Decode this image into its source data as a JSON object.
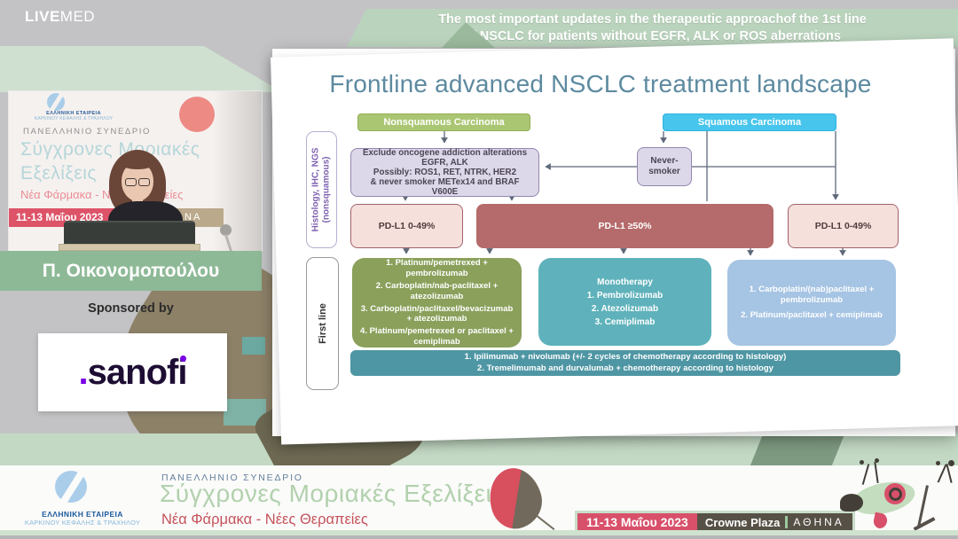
{
  "colors": {
    "accent_green": "#8eb997",
    "banner_green": "#bad3bd",
    "conference_red": "#d8506a",
    "sanofi_purple": "#7a00e6",
    "slide_title_blue": "#5d8aa0"
  },
  "header": {
    "brand_bold": "LIVE",
    "brand_light": "MED",
    "title_line1": "The most important updates in the therapeutic approachof the 1st line",
    "title_line2": "of NSCLC for patients without EGFR, ALK or ROS aberrations"
  },
  "video": {
    "society_line1": "ΕΛΛΗΝΙΚΗ ΕΤΑΙΡΕΙΑ",
    "society_line2": "ΚΑΡΚΙΝΟΥ ΚΕΦΑΛΗΣ & ΤΡΑΧΗΛΟΥ",
    "congress_label": "ΠΑΝΕΛΛΗΝΙΟ ΣΥΝΕΔΡΙΟ",
    "congress_title_line1": "Σύγχρονες Μοριακές",
    "congress_title_line2": "Εξελίξεις",
    "congress_subtitle": "Νέα Φάρμακα - Νέες Θεραπείες",
    "date": "11-13 Μαΐου 2023",
    "partial_city": "ΝΑ"
  },
  "speaker_name": "Π. Οικονομοπούλου",
  "sponsor": {
    "label": "Sponsored by",
    "brand_pre_dot": ".",
    "brand_stem": "sanof",
    "brand_i": "i"
  },
  "slide": {
    "title": "Frontline advanced NSCLC treatment landscape",
    "side_labels": {
      "histology_line1": "Histology, IHC, NGS",
      "histology_line2": "(nonsquamous)",
      "first_line": "First line"
    },
    "headers": {
      "nonsquamous": "Nonsquamous Carcinoma",
      "squamous": "Squamous Carcinoma"
    },
    "exclude_box": "Exclude oncogene addiction alterations\nEGFR, ALK\nPossibly: ROS1, RET, NTRK, HER2\n& never smoker METex14 and BRAF\nV600E",
    "never_smoker": "Never-\nsmoker",
    "pdl1_low_left": "PD-L1 0-49%",
    "pdl1_high": "PD-L1 ≥50%",
    "pdl1_low_right": "PD-L1 0-49%",
    "nonsq_regimens": [
      "1. Platinum/pemetrexed + pembrolizumab",
      "2. Carboplatin/nab-paclitaxel + atezolizumab",
      "3. Carboplatin/paclitaxel/bevacizumab + atezolizumab",
      "4. Platinum/pemetrexed or paclitaxel + cemiplimab"
    ],
    "monotherapy_title": "Monotherapy",
    "monotherapy_items": [
      "1. Pembrolizumab",
      "2. Atezolizumab",
      "3. Cemiplimab"
    ],
    "sq_regimens": [
      "1. Carboplatin/(nab)paclitaxel + pembrolizumab",
      "2. Platinum/paclitaxel + cemiplimab"
    ],
    "io_combo_line1": "1. Ipilimumab + nivolumab (+/- 2 cycles of chemotherapy according to histology)",
    "io_combo_line2": "2. Tremelimumab and durvalumab + chemotherapy according to histology"
  },
  "footer": {
    "society_line1": "ΕΛΛΗΝΙΚΗ ΕΤΑΙΡΕΙΑ",
    "society_line2": "ΚΑΡΚΙΝΟΥ ΚΕΦΑΛΗΣ & ΤΡΑΧΗΛΟΥ",
    "congress_label": "ΠΑΝΕΛΛΗΝΙΟ ΣΥΝΕΔΡΙΟ",
    "congress_title": "Σύγχρονες Μοριακές Εξελίξεις",
    "congress_subtitle": "Νέα Φάρμακα - Νέες Θεραπείες",
    "date": "11-13 Μαΐου 2023",
    "venue": "Crowne Plaza",
    "city": "ΑΘΗΝΑ"
  }
}
